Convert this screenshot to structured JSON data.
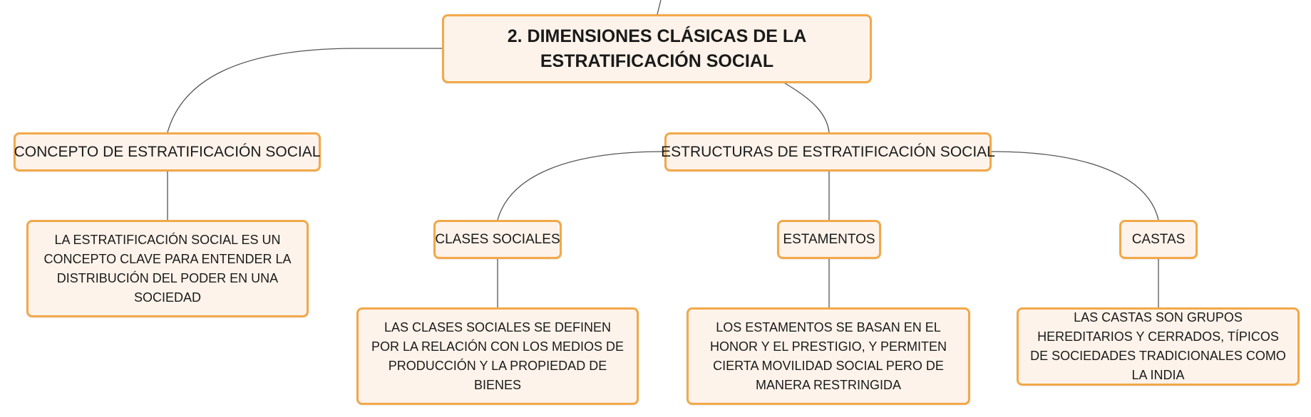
{
  "diagram": {
    "colors": {
      "node_fill": "#fdf3ea",
      "node_border": "#f2a84a",
      "connector": "#555555"
    },
    "root": {
      "label": "2. DIMENSIONES CLÁSICAS DE LA ESTRATIFICACIÓN SOCIAL"
    },
    "concepto": {
      "label": "CONCEPTO DE ESTRATIFICACIÓN SOCIAL",
      "detail": "LA ESTRATIFICACIÓN SOCIAL ES UN CONCEPTO CLAVE PARA ENTENDER LA DISTRIBUCIÓN DEL PODER EN UNA SOCIEDAD"
    },
    "estructuras": {
      "label": "ESTRUCTURAS DE ESTRATIFICACIÓN SOCIAL",
      "clases": {
        "label": "CLASES SOCIALES",
        "detail": "LAS CLASES SOCIALES SE DEFINEN POR LA RELACIÓN CON LOS MEDIOS DE PRODUCCIÓN Y LA PROPIEDAD DE BIENES"
      },
      "estamentos": {
        "label": "ESTAMENTOS",
        "detail": "LOS ESTAMENTOS SE BASAN EN EL HONOR Y EL PRESTIGIO, Y PERMITEN CIERTA MOVILIDAD SOCIAL PERO DE MANERA RESTRINGIDA"
      },
      "castas": {
        "label": "CASTAS",
        "detail": "LAS CASTAS SON GRUPOS HEREDITARIOS Y CERRADOS, TÍPICOS DE SOCIEDADES TRADICIONALES COMO LA INDIA"
      }
    }
  }
}
